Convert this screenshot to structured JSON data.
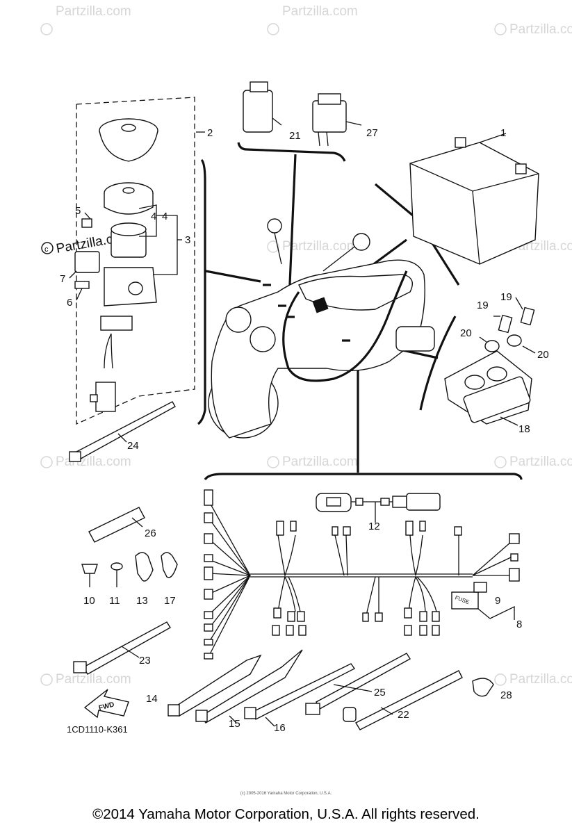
{
  "watermark": "Partzilla.com",
  "copyright_symbol": "©",
  "callouts": [
    "1",
    "2",
    "3",
    "4",
    "4",
    "5",
    "6",
    "7",
    "8",
    "9",
    "10",
    "11",
    "12",
    "13",
    "14",
    "15",
    "16",
    "17",
    "18",
    "19",
    "19",
    "20",
    "20",
    "21",
    "22",
    "23",
    "24",
    "25",
    "26",
    "27",
    "28"
  ],
  "fwd_label": "FWD",
  "fuse_label": "FUSE",
  "diagram_code": "1CD1110-K361",
  "tiny_copyright": "(c) 2005-2016 Yamaha Motor Corporation, U.S.A.",
  "footer": "©2014 Yamaha Motor Corporation, U.S.A. All rights reserved."
}
